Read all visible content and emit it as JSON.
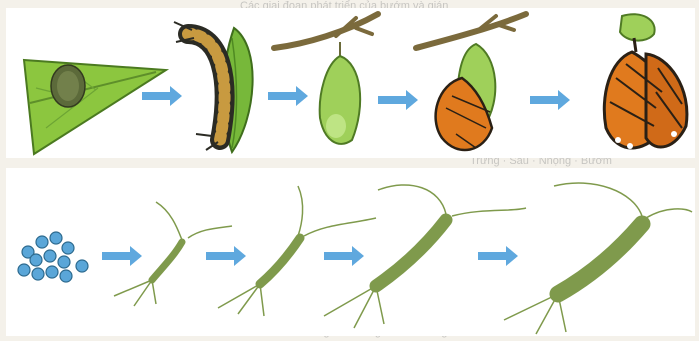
{
  "background_text": [
    "Các giai đoạn phát triển của bướm và gián",
    "Trứng · Sâu · Nhộng · Bướm",
    "Trứng · Ấu trùng · Con trưởng thành"
  ],
  "colors": {
    "arrow": "#5fa8de",
    "leaf": "#8cc63f",
    "leaf_dark": "#4b7a20",
    "caterpillar": "#8a6a2a",
    "chrysalis": "#9fd05a",
    "butterfly_orange": "#e07a1e",
    "insect": "#7f9a4c"
  },
  "rows": [
    {
      "name": "butterfly-life-cycle",
      "stages": [
        "egg-on-leaf",
        "caterpillar",
        "chrysalis",
        "emerging-butterfly",
        "adult-butterfly"
      ]
    },
    {
      "name": "silverfish-life-cycle",
      "stages": [
        "eggs",
        "nymph-1",
        "nymph-2",
        "nymph-3",
        "adult"
      ]
    }
  ]
}
